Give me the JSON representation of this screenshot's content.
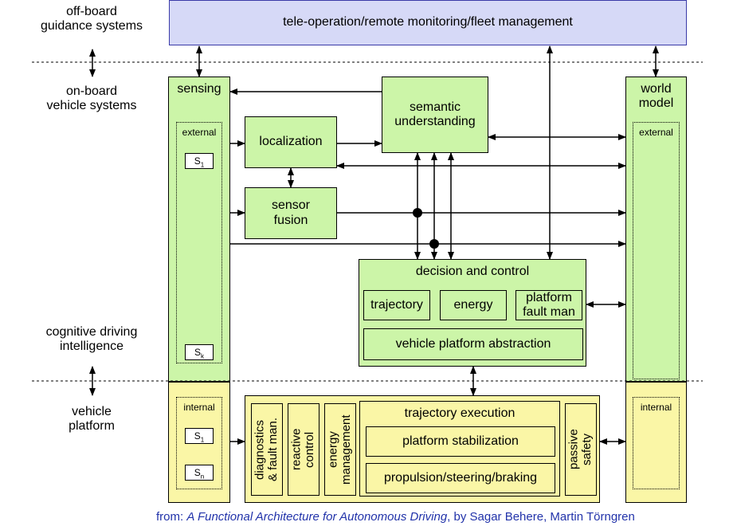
{
  "labels": {
    "off_board": "off-board\nguidance systems",
    "on_board": "on-board\nvehicle systems",
    "cognitive": "cognitive driving\nintelligence",
    "vehicle_platform": "vehicle\nplatform"
  },
  "blocks": {
    "teleop": "tele-operation/remote monitoring/fleet management",
    "sensing": "sensing",
    "world_model": "world\nmodel",
    "external": "external",
    "internal": "internal",
    "localization": "localization",
    "sensor_fusion": "sensor\nfusion",
    "semantic": "semantic\nunderstanding",
    "decision_control": "decision and control",
    "trajectory": "trajectory",
    "energy": "energy",
    "platform_fault": "platform\nfault man",
    "vpa": "vehicle platform abstraction",
    "diagnostics": "diagnostics\n& fault man.",
    "reactive": "reactive\ncontrol",
    "energy_mgmt": "energy\nmanagement",
    "traj_exec": "trajectory execution",
    "platform_stab": "platform stabilization",
    "propulsion": "propulsion/steering/braking",
    "passive": "passive\nsafety"
  },
  "sensors": {
    "s1_base": "S",
    "s1_sub": "1",
    "sk_base": "S",
    "sk_sub": "k",
    "sn_base": "S",
    "sn_sub": "n"
  },
  "citation": {
    "prefix": "from: ",
    "title": "A Functional Architecture for Autonomous Driving",
    "suffix": ", by Sagar Behere, Martin Törngren"
  },
  "colors": {
    "green": "#ccf5a8",
    "yellow": "#faf6a6",
    "blue": "#d6d9f7",
    "citation": "#2233aa"
  }
}
